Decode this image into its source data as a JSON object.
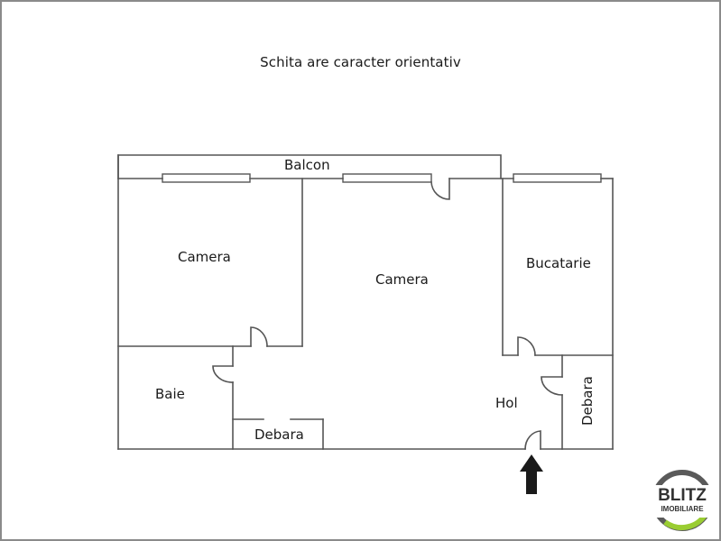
{
  "caption": "Schita are caracter orientativ",
  "rooms": {
    "balcon": "Balcon",
    "camera_left": "Camera",
    "camera_center": "Camera",
    "bucatarie": "Bucatarie",
    "baie": "Baie",
    "debara_bottom": "Debara",
    "hol": "Hol",
    "debara_right": "Debara"
  },
  "entrance_icon": "arrow-up-icon",
  "logo": {
    "line1": "BLITZ",
    "line2": "IMOBILIARE",
    "ring_color": "#555555",
    "accent_color": "#9acd32"
  },
  "colors": {
    "wall": "#555555",
    "border": "#8a8a8a",
    "text": "#1a1a1a"
  }
}
